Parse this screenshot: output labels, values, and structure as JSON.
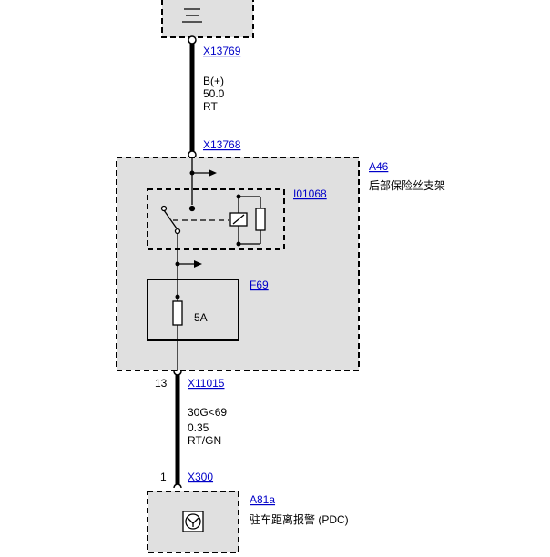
{
  "top_connector": {
    "label": "X13769"
  },
  "wire_top": {
    "signal": "B(+)",
    "cross_section": "50.0",
    "color": "RT"
  },
  "connector_upper": {
    "label": "X13768"
  },
  "fuse_carrier": {
    "id": "A46",
    "name": "后部保险丝支架"
  },
  "relay": {
    "id": "I01068"
  },
  "fuse": {
    "id": "F69",
    "rating": "5A"
  },
  "connector_lower": {
    "label": "X11015",
    "pin": "13"
  },
  "wire_bottom": {
    "signal": "30G<69",
    "cross_section": "0.35",
    "color": "RT/GN"
  },
  "pdc_connector": {
    "label": "X300",
    "pin": "1"
  },
  "pdc_module": {
    "id": "A81a",
    "name": "驻车距离报警 (PDC)"
  }
}
